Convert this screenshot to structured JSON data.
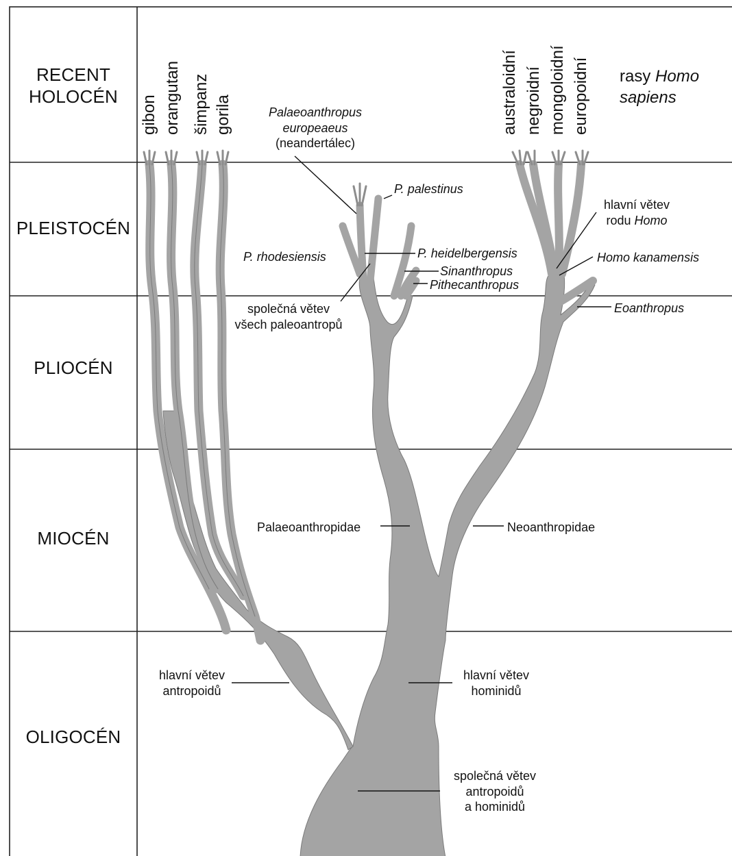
{
  "eras": {
    "recent_line1": "RECENT",
    "recent_line2": "HOLOCÉN",
    "pleistocene": "PLEISTOCÉN",
    "pliocene": "PLIOCÉN",
    "miocene": "MIOCÉN",
    "oligocene": "OLIGOCÉN"
  },
  "apes": [
    "gibon",
    "orangutan",
    "šimpanz",
    "gorila"
  ],
  "races": [
    "australoidní",
    "negroidní",
    "mongoloidní",
    "europoidní"
  ],
  "races_title": {
    "line1_plain": "rasy",
    "line1_italic": "Homo",
    "line2_italic": "sapiens"
  },
  "labels": {
    "neanderthal_line1": "Palaeoanthropus",
    "neanderthal_line2": "europeaeus",
    "neanderthal_line3": "(neandertálec)",
    "palestinus": "P. palestinus",
    "rhodesiensis": "P. rhodesiensis",
    "heidelbergensis": "P. heidelbergensis",
    "sinanthropus": "Sinanthropus",
    "pithecanthropus": "Pithecanthropus",
    "paleo_common_line1": "společná větev",
    "paleo_common_line2": "všech paleoantropů",
    "homo_main_line1": "hlavní větev",
    "homo_main_line2_plain": "rodu",
    "homo_main_line2_italic": "Homo",
    "kanamensis": "Homo kanamensis",
    "eoanthropus": "Eoanthropus",
    "palaeoanthropidae": "Palaeoanthropidae",
    "neoanthropidae": "Neoanthropidae",
    "anthropoid_main_line1": "hlavní větev",
    "anthropoid_main_line2": "antropoidů",
    "hominid_main_line1": "hlavní větev",
    "hominid_main_line2": "hominidů",
    "common_line1": "společná větev",
    "common_line2": "antropoidů",
    "common_line3": "a hominidů"
  },
  "colors": {
    "branch_fill": "#a4a4a4",
    "branch_edge": "#7a7a7a",
    "grid_line": "#222222"
  }
}
